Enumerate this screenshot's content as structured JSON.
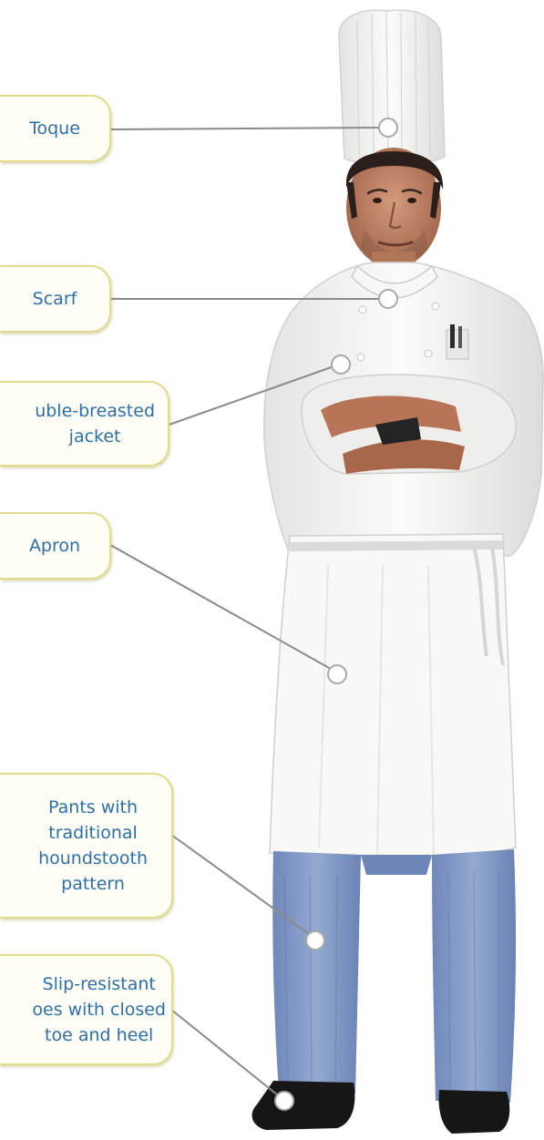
{
  "callouts": {
    "toque": "Toque",
    "scarf": "Scarf",
    "jacket": "uble-breasted\njacket",
    "apron": "Apron",
    "pants": "Pants with\ntraditional\nhoundstooth\npattern",
    "shoes": "Slip-resistant\noes with closed\ntoe and heel"
  },
  "colors": {
    "callout_text": "#2d6fa8",
    "callout_border": "#e2dc8a",
    "callout_fill": "#fffef6",
    "leader_line": "#8a8a8a",
    "pants_blue": "#7f97c4",
    "jacket_white": "#f4f4f2",
    "shoe_black": "#161616"
  }
}
